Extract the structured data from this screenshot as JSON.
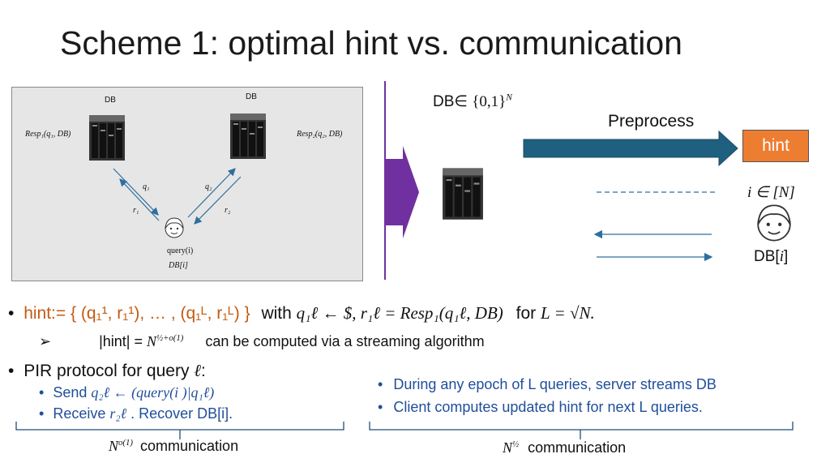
{
  "title": "Scheme 1: optimal hint vs. communication",
  "figure": {
    "db_left_label": "DB",
    "db_right_label": "DB",
    "resp1_label": "Resp₁(q₁, DB)",
    "resp2_label": "Resp₂(q₂, DB)",
    "q1_label": "q₁",
    "q2_label": "q₂",
    "r1_label": "r₁",
    "r2_label": "r₂",
    "query_label": "query(i)",
    "dbi_label": "DB[i]"
  },
  "right_diagram": {
    "db_domain_prefix": "DB∈ ",
    "db_domain_set": "{0,1}",
    "db_domain_exp": "N",
    "preprocess_label": "Preprocess",
    "hint_label": "hint",
    "client_index": "i ∈ [N]",
    "client_db_prefix": "DB[",
    "client_db_var": "i",
    "client_db_suffix": "]"
  },
  "bullets": {
    "hint_def": "hint:= { (q₁¹, r₁¹), … , (q₁ᴸ, r₁ᴸ) }",
    "with_text": "with",
    "with_math": "q₁ℓ ← $, r₁ℓ = Resp₁(q₁ℓ, DB)",
    "for_text": "for",
    "for_math": "L = √N.",
    "arrow_marker": "➢",
    "hint_size_prefix": "|hint| = ",
    "hint_size_math": "N",
    "hint_size_exp": "½+o(1)",
    "streaming_text": "can be computed via a streaming algorithm",
    "pir_prefix": "PIR protocol for query ",
    "pir_var": "ℓ",
    "pir_suffix": ":",
    "send_prefix": "Send ",
    "send_math": "q₂ℓ ← (query(i )|q₁ℓ)",
    "receive_prefix": "Receive ",
    "receive_math": "r₂ℓ",
    "receive_suffix": " . Recover DB[i].",
    "epoch_text": "During any epoch of L queries, server streams DB",
    "client_text": "Client computes updated hint for next L queries."
  },
  "footer": {
    "left_math": "N",
    "left_exp": "o(1)",
    "left_text": "communication",
    "right_math": "N",
    "right_exp": "½",
    "right_text": "communication"
  }
}
